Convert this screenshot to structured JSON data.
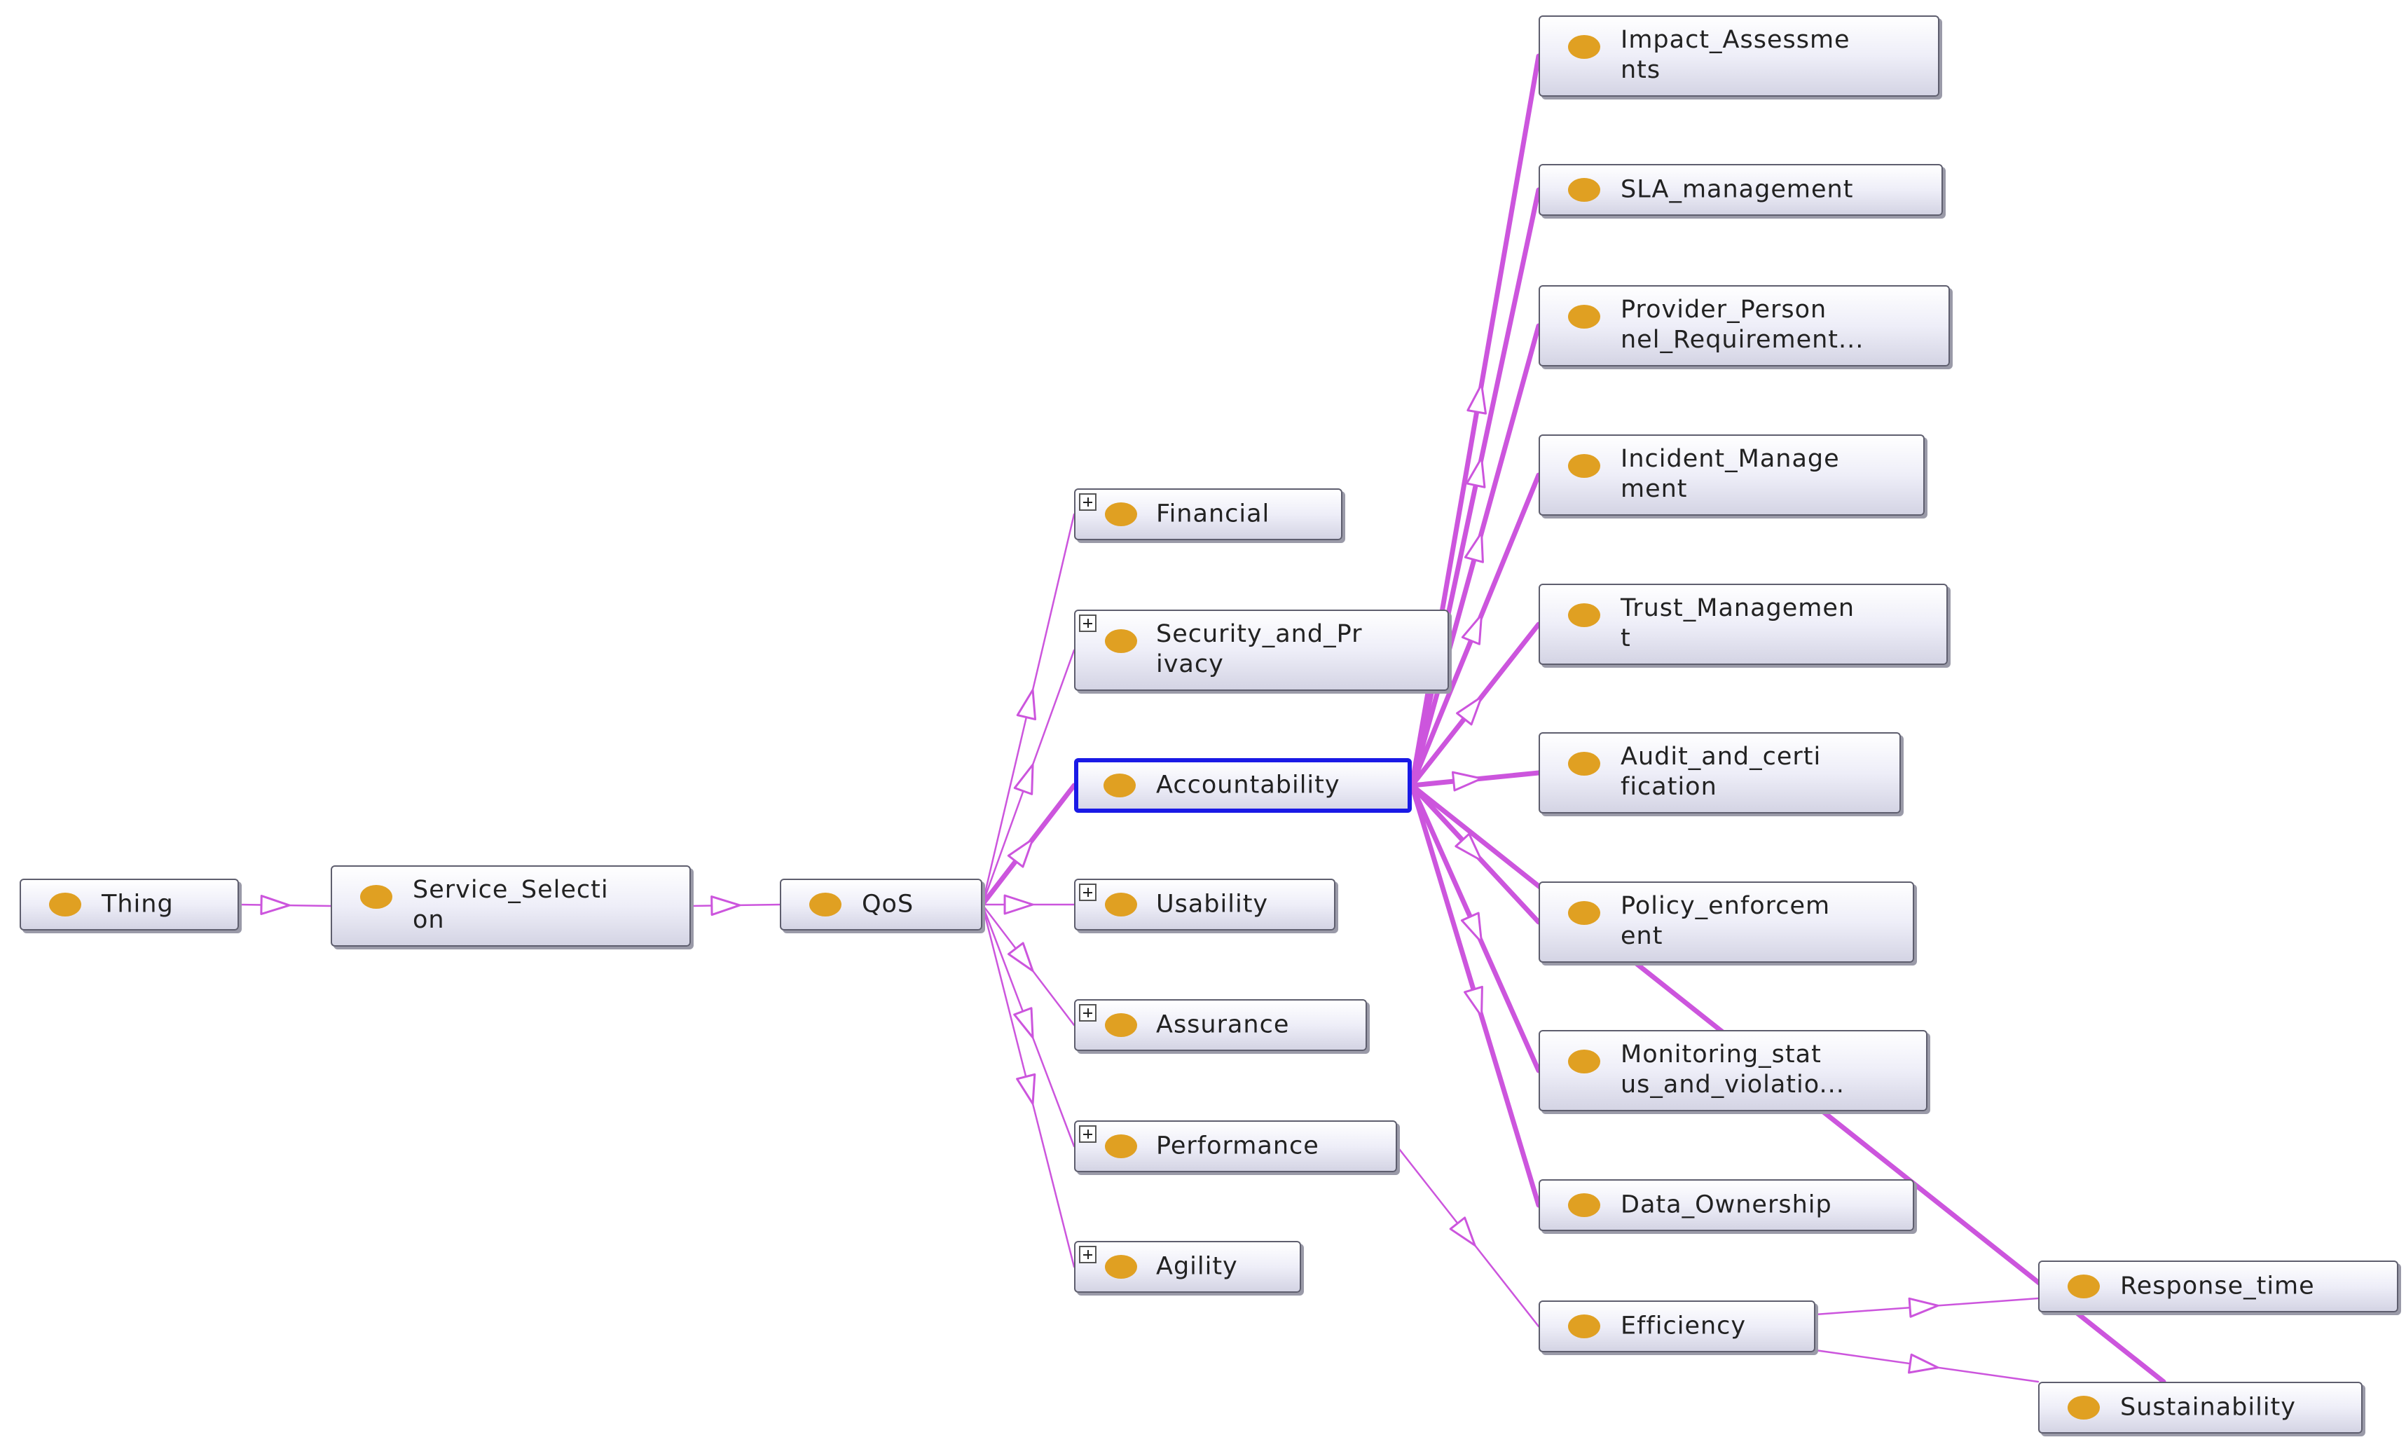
{
  "diagram": {
    "colors": {
      "node_dot": "#e0a022",
      "edge": "#cc55dd",
      "selected_border": "#1a1ae6"
    },
    "nodes": [
      {
        "id": "thing",
        "label": "Thing",
        "expandable": false,
        "selected": false
      },
      {
        "id": "service_selection",
        "label": "Service_Selecti\non",
        "expandable": false,
        "selected": false
      },
      {
        "id": "qos",
        "label": "QoS",
        "expandable": false,
        "selected": false
      },
      {
        "id": "financial",
        "label": "Financial",
        "expandable": true,
        "selected": false
      },
      {
        "id": "security_and_privacy",
        "label": "Security_and_Pr\nivacy",
        "expandable": true,
        "selected": false
      },
      {
        "id": "accountability",
        "label": "Accountability",
        "expandable": false,
        "selected": true
      },
      {
        "id": "usability",
        "label": "Usability",
        "expandable": true,
        "selected": false
      },
      {
        "id": "assurance",
        "label": "Assurance",
        "expandable": true,
        "selected": false
      },
      {
        "id": "performance",
        "label": "Performance",
        "expandable": true,
        "selected": false
      },
      {
        "id": "agility",
        "label": "Agility",
        "expandable": true,
        "selected": false
      },
      {
        "id": "impact_assessments",
        "label": "Impact_Assessme\nnts",
        "expandable": false,
        "selected": false
      },
      {
        "id": "sla_management",
        "label": "SLA_management",
        "expandable": false,
        "selected": false
      },
      {
        "id": "provider_personnel",
        "label": "Provider_Person\nnel_Requirement...",
        "expandable": false,
        "selected": false
      },
      {
        "id": "incident_management",
        "label": "Incident_Manage\nment",
        "expandable": false,
        "selected": false
      },
      {
        "id": "trust_management",
        "label": "Trust_Managemen\nt",
        "expandable": false,
        "selected": false
      },
      {
        "id": "audit_and_certification",
        "label": "Audit_and_certi\nfication",
        "expandable": false,
        "selected": false
      },
      {
        "id": "policy_enforcement",
        "label": "Policy_enforcem\nent",
        "expandable": false,
        "selected": false
      },
      {
        "id": "monitoring",
        "label": "Monitoring_stat\nus_and_violatio...",
        "expandable": false,
        "selected": false
      },
      {
        "id": "data_ownership",
        "label": "Data_Ownership",
        "expandable": false,
        "selected": false
      },
      {
        "id": "efficiency",
        "label": "Efficiency",
        "expandable": false,
        "selected": false
      },
      {
        "id": "response_time",
        "label": "Response_time",
        "expandable": false,
        "selected": false
      },
      {
        "id": "sustainability",
        "label": "Sustainability",
        "expandable": false,
        "selected": false
      }
    ],
    "edges": [
      {
        "from": "thing",
        "to": "service_selection",
        "thick": false
      },
      {
        "from": "service_selection",
        "to": "qos",
        "thick": false
      },
      {
        "from": "qos",
        "to": "financial",
        "thick": false
      },
      {
        "from": "qos",
        "to": "security_and_privacy",
        "thick": false
      },
      {
        "from": "qos",
        "to": "accountability",
        "thick": true
      },
      {
        "from": "qos",
        "to": "usability",
        "thick": false
      },
      {
        "from": "qos",
        "to": "assurance",
        "thick": false
      },
      {
        "from": "qos",
        "to": "performance",
        "thick": false
      },
      {
        "from": "qos",
        "to": "agility",
        "thick": false
      },
      {
        "from": "accountability",
        "to": "impact_assessments",
        "thick": true
      },
      {
        "from": "accountability",
        "to": "sla_management",
        "thick": true
      },
      {
        "from": "accountability",
        "to": "provider_personnel",
        "thick": true
      },
      {
        "from": "accountability",
        "to": "incident_management",
        "thick": true
      },
      {
        "from": "accountability",
        "to": "trust_management",
        "thick": true
      },
      {
        "from": "accountability",
        "to": "audit_and_certification",
        "thick": true
      },
      {
        "from": "accountability",
        "to": "policy_enforcement",
        "thick": true
      },
      {
        "from": "accountability",
        "to": "monitoring",
        "thick": true
      },
      {
        "from": "accountability",
        "to": "data_ownership",
        "thick": true
      },
      {
        "from": "accountability",
        "to": "sustainability",
        "thick": true
      },
      {
        "from": "performance",
        "to": "efficiency",
        "thick": false
      },
      {
        "from": "efficiency",
        "to": "response_time",
        "thick": false
      },
      {
        "from": "efficiency",
        "to": "sustainability",
        "thick": false
      }
    ]
  }
}
